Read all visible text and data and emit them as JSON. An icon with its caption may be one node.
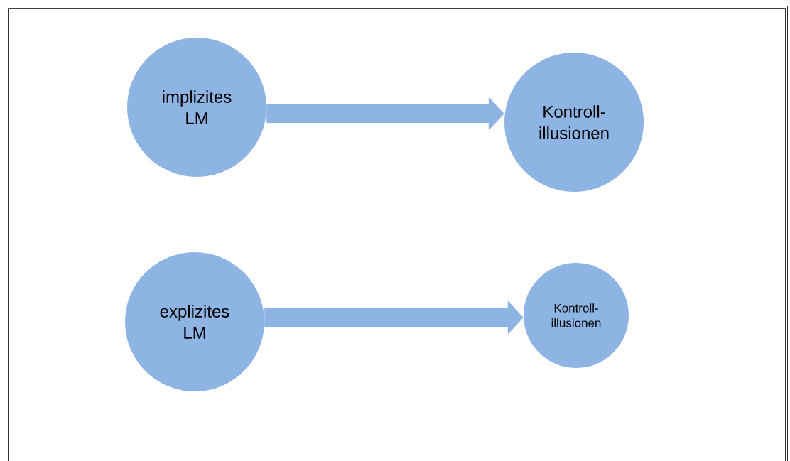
{
  "diagram": {
    "nodes": [
      {
        "text": [
          "implizites LM"
        ]
      },
      {
        "text": [
          "Kontroll- illusionen"
        ]
      },
      {
        "text": [
          "explizites LM"
        ]
      },
      {
        "text": [
          "Kontroll- illusionen"
        ]
      }
    ],
    "edges": [
      {
        "from": 0,
        "to": 1,
        "arrow": "to"
      },
      {
        "from": 2,
        "to": 3,
        "arrow": "to"
      }
    ]
  }
}
